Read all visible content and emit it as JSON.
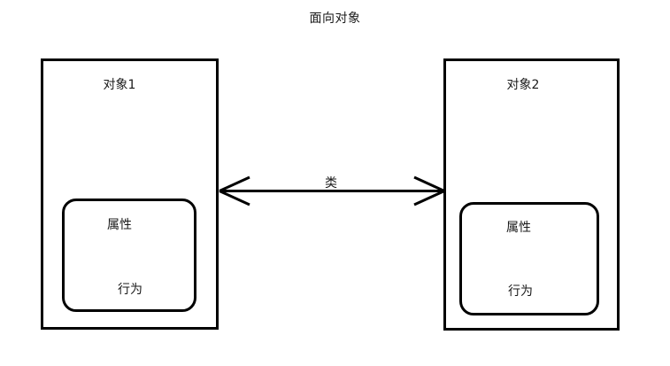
{
  "diagram": {
    "title": "面向对象",
    "background_color": "#ffffff",
    "stroke_color": "#000000",
    "text_color": "#1a1a1a",
    "relation": {
      "label": "类",
      "arrow_type": "double-headed",
      "icon": "double-arrow-icon"
    },
    "objects": [
      {
        "title": "对象1",
        "members": {
          "attributes_label": "属性",
          "behavior_label": "行为"
        }
      },
      {
        "title": "对象2",
        "members": {
          "attributes_label": "属性",
          "behavior_label": "行为"
        }
      }
    ]
  }
}
